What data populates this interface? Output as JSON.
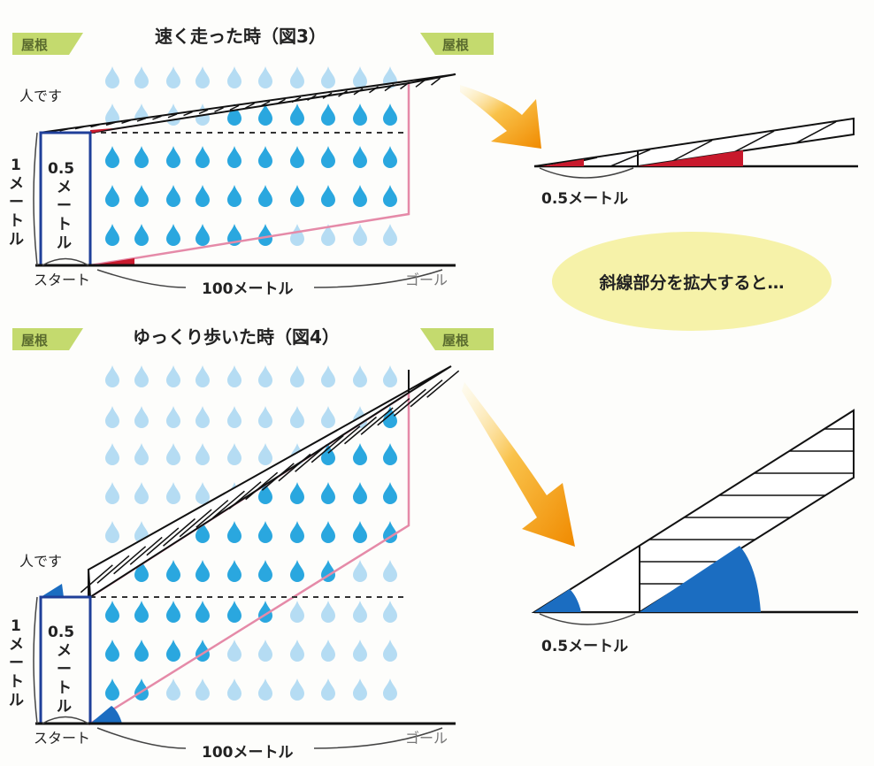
{
  "figure3": {
    "title": "速く走った時（図3）",
    "roof_left": "屋根",
    "roof_right": "屋根",
    "person_label": "人です",
    "height_label": [
      "1",
      "メ",
      "ー",
      "ト",
      "ル"
    ],
    "inner_label": [
      "0.5",
      "メ",
      "ー",
      "ト",
      "ル"
    ],
    "start_label": "スタート",
    "distance_label": "100メートル",
    "goal_label": "ゴール",
    "zoom_label": "0.5メートル"
  },
  "callout": {
    "text": "斜線部分を拡大すると…"
  },
  "figure4": {
    "title": "ゆっくり歩いた時（図4）",
    "roof_left": "屋根",
    "roof_right": "屋根",
    "person_label": "人です",
    "height_label": [
      "1",
      "メ",
      "ー",
      "ト",
      "ル"
    ],
    "inner_label": [
      "0.5",
      "メ",
      "ー",
      "ト",
      "ル"
    ],
    "start_label": "スタート",
    "distance_label": "100メートル",
    "goal_label": "ゴール",
    "zoom_label": "0.5メートル"
  },
  "colors": {
    "drop_dark": "#2aa7df",
    "drop_light": "#b5dcf3",
    "pink": "#e58aa8",
    "blue": "#1f3f99",
    "red": "#c8192c",
    "blue_fill": "#1b6dc1",
    "tag_green": "#c4da6e",
    "arrow_orange": "#f4a11a",
    "callout": "#f6f2a9"
  }
}
